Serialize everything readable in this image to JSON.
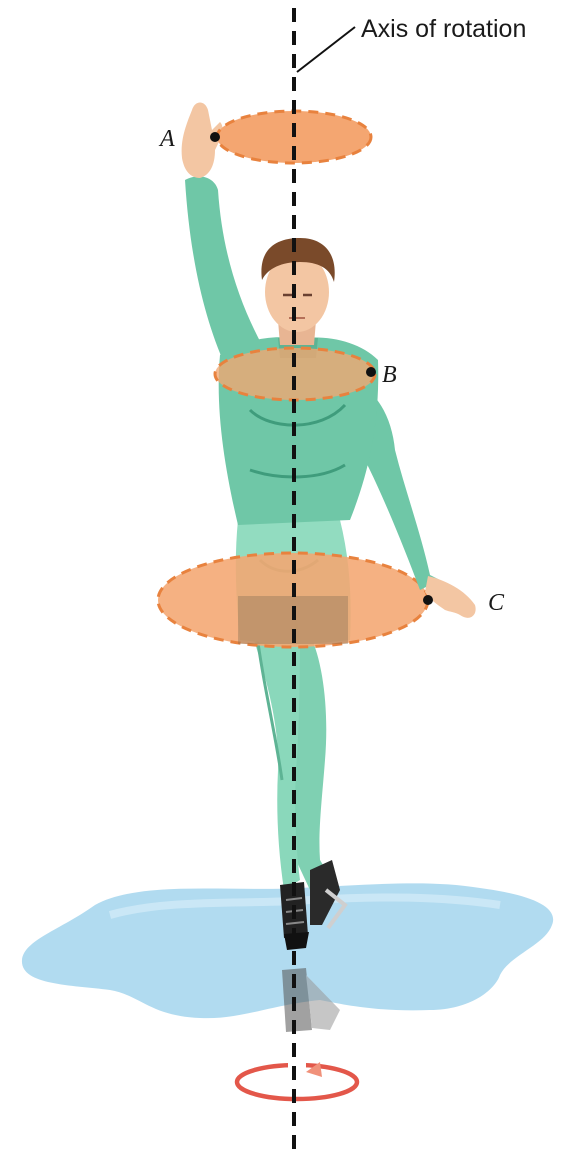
{
  "figure": {
    "axis_label": "Axis of rotation",
    "points": [
      {
        "id": "A",
        "label": "A"
      },
      {
        "id": "B",
        "label": "B"
      },
      {
        "id": "C",
        "label": "C"
      }
    ]
  },
  "colors": {
    "circle_fill": "#f4a671",
    "circle_dash": "#e8823e",
    "suit": "#6fc7a7",
    "suit_dark": "#3f9c7c",
    "ice": "#a9d7ee",
    "rotation_arrow": "#e3574a",
    "skin": "#f3c6a3",
    "hair": "#7a4a2a"
  },
  "icons": [
    "rotation-arrow-icon",
    "ice-skate-icon"
  ]
}
